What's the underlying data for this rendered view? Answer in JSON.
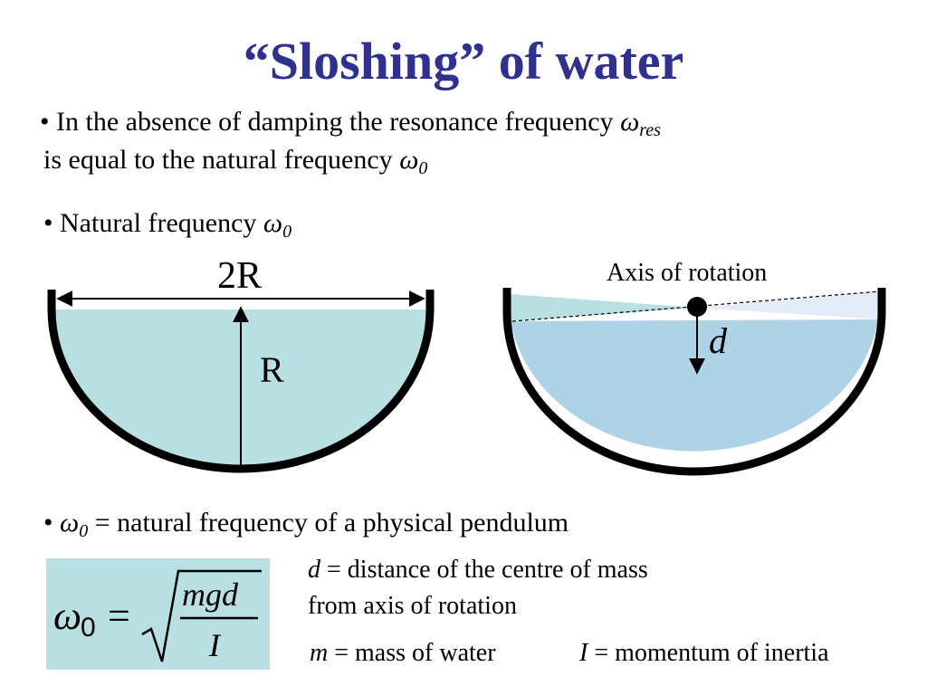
{
  "slide": {
    "title": "“Sloshing” of water",
    "bullet1_a": "• In the absence of damping the resonance frequency ",
    "bullet1_omega": "ω",
    "bullet1_sub": "res",
    "bullet1_b": "is equal to the natural frequency ",
    "bullet1_omega2": "ω",
    "bullet1_sub2": "0",
    "bullet2_text": "• Natural frequency ",
    "bullet2_omega": "ω",
    "bullet2_sub": "0",
    "bullet3_prefix": "• ",
    "bullet3_omega": "ω",
    "bullet3_sub": "0",
    "bullet3_eq": " = ",
    "bullet3_text": "natural frequency of a physical pendulum"
  },
  "diagram_left": {
    "width_label": "2R",
    "radius_label": "R"
  },
  "diagram_right": {
    "axis_label": "Axis of rotation",
    "d_label": "d"
  },
  "formula": {
    "lhs_omega": "ω",
    "lhs_sub": "0",
    "eq": "=",
    "numerator": "mgd",
    "denominator": "I"
  },
  "descriptions": {
    "d_var": "d",
    "d_line1": " = distance of the centre of mass",
    "d_line2": "from axis of rotation",
    "m_var": "m",
    "m_text": " = mass of water",
    "i_var": "I",
    "i_text": " = momentum of inertia"
  },
  "colors": {
    "title": "#2e3192",
    "water": "#b8e0e2",
    "water_tilted": "#aed2e6",
    "water_light": "#e4ecfa"
  }
}
